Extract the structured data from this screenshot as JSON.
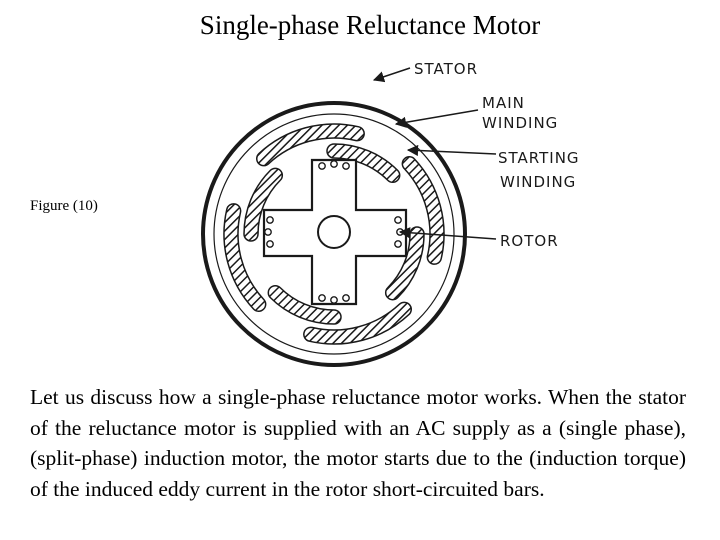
{
  "title": "Single-phase Reluctance Motor",
  "figure_caption": "Figure (10)",
  "labels": {
    "stator": "STATOR",
    "main_winding_1": "MAIN",
    "main_winding_2": "WINDING",
    "starting_winding_1": "STARTING",
    "starting_winding_2": "WINDING",
    "rotor": "ROTOR"
  },
  "colors": {
    "ink": "#1a1a1a",
    "background": "#ffffff"
  },
  "paragraph": "Let us discuss how a single-phase reluctance motor works. When the stator of the reluctance motor is supplied with an AC supply as a (single phase), (split-phase) induction motor, the motor starts due to the (induction torque) of the induced eddy current in the rotor short-circuited bars."
}
